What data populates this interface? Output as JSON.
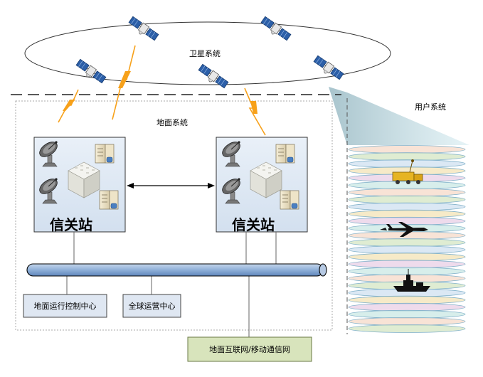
{
  "labels": {
    "satellite_system": "卫星系统",
    "ground_system": "地面系统",
    "user_system": "用户系统"
  },
  "gateways": [
    {
      "label": "信关站"
    },
    {
      "label": "信关站"
    }
  ],
  "centers": {
    "ground_ops_control": "地面运行控制中心",
    "global_ops": "全球运营中心"
  },
  "network": {
    "label": "地面互联网/移动通信网"
  },
  "colors": {
    "bus": "#9ab3d5",
    "gateway_fill": "#dfe9f5",
    "network_fill": "#d8e4bc",
    "lightning": "#f7a11a",
    "beam": "#b7dde8"
  }
}
